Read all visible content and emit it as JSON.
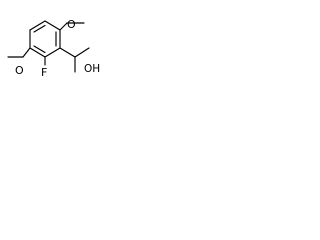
{
  "molecule": {
    "atoms": {
      "top_o": "O",
      "fluorine": "F",
      "bottom_o": "O",
      "hydroxyl": "OH"
    },
    "colors": {
      "bond": "#000000",
      "text": "#000000",
      "background": "#ffffff"
    }
  }
}
